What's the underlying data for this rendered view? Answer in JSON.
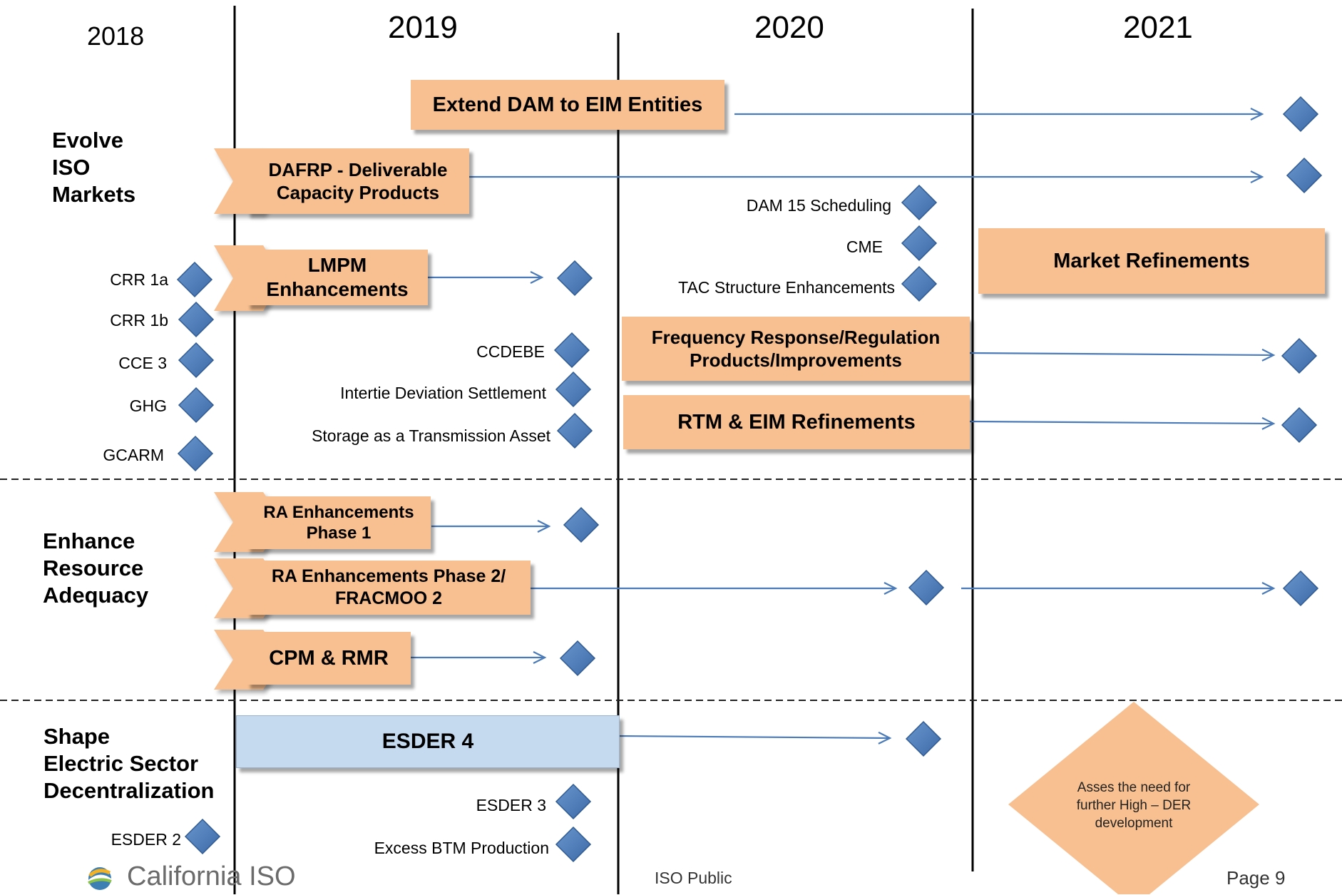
{
  "years": [
    "2018",
    "2019",
    "2020",
    "2021"
  ],
  "groups": {
    "markets": "Evolve\nISO\nMarkets",
    "adequacy": "Enhance\nResource\nAdequacy",
    "decentral": "Shape\nElectric Sector\nDecentralization"
  },
  "boxes": {
    "extend_dam": "Extend DAM to EIM Entities",
    "dafrp": "DAFRP - Deliverable\nCapacity Products",
    "lmpm": "LMPM\nEnhancements",
    "market_refinements": "Market Refinements",
    "freq_response": "Frequency Response/Regulation\nProducts/Improvements",
    "rtm_eim": "RTM & EIM Refinements",
    "ra_phase1": "RA Enhancements\nPhase 1",
    "ra_phase2": "RA Enhancements Phase 2/\nFRACMOO 2",
    "cpm_rmr": "CPM & RMR",
    "esder4": "ESDER 4"
  },
  "milestones": {
    "crr1a": "CRR 1a",
    "crr1b": "CRR 1b",
    "cce3": "CCE 3",
    "ghg": "GHG",
    "gcarm": "GCARM",
    "ccdebe": "CCDEBE",
    "intertie": "Intertie Deviation Settlement",
    "storage": "Storage as a Transmission Asset",
    "dam15": "DAM 15 Scheduling",
    "cme": "CME",
    "tac": "TAC Structure Enhancements",
    "esder3": "ESDER 3",
    "excess_btm": "Excess BTM Production",
    "esder2": "ESDER 2"
  },
  "assess_note": "Asses the need for\nfurther High – DER\ndevelopment",
  "footer": {
    "logo_text": "California ISO",
    "classification": "ISO Public",
    "page": "Page 9"
  },
  "colors": {
    "box_fill": "#f8c090",
    "esder_fill": "#c5d9ef",
    "diamond": "#4a7ab8",
    "arrow": "#4a7ab8"
  }
}
